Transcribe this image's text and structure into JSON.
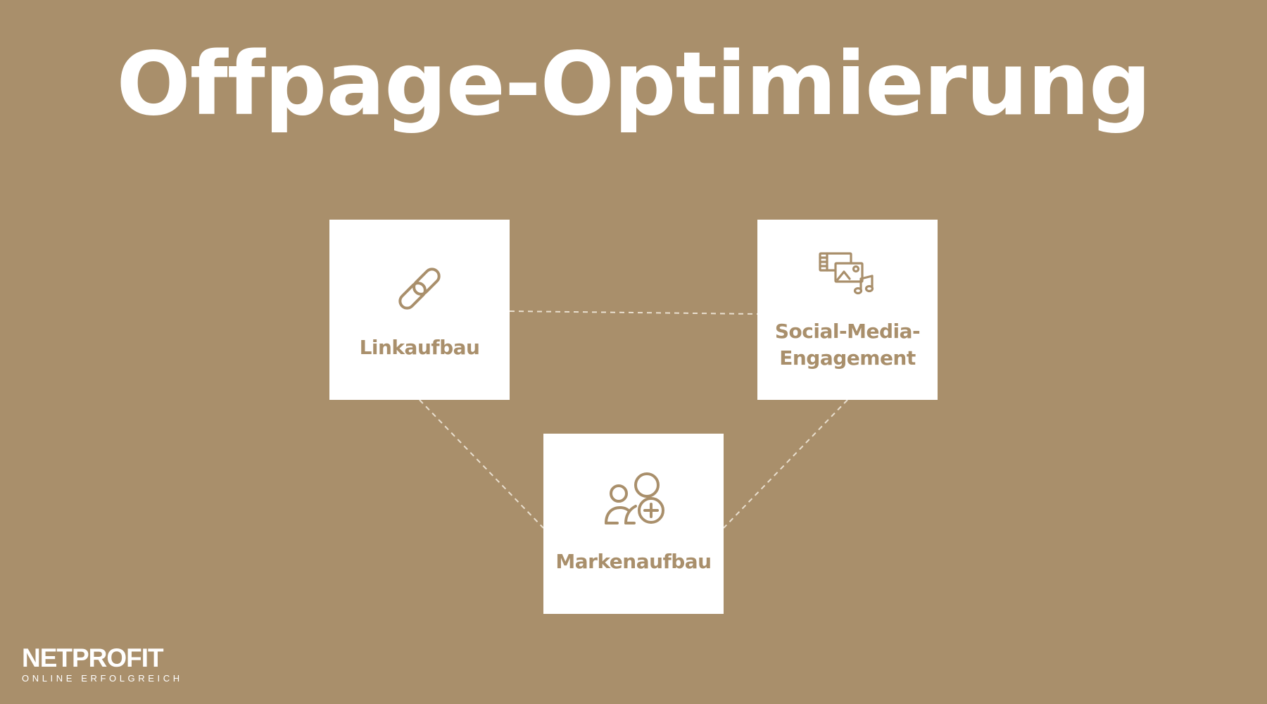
{
  "title": "Offpage-Optimierung",
  "colors": {
    "background": "#a98f6b",
    "card": "#ffffff",
    "accent": "#a98f6b",
    "text_light": "#ffffff"
  },
  "nodes": [
    {
      "id": "linkaufbau",
      "label": "Linkaufbau",
      "icon": "chain-link-icon"
    },
    {
      "id": "social",
      "label": "Social-Media-\nEngagement",
      "icon": "media-music-icon"
    },
    {
      "id": "markenaufbau",
      "label": "Markenaufbau",
      "icon": "add-user-group-icon"
    }
  ],
  "connections": [
    {
      "from": "linkaufbau",
      "to": "social",
      "style": "dashed"
    },
    {
      "from": "linkaufbau",
      "to": "markenaufbau",
      "style": "dashed"
    },
    {
      "from": "social",
      "to": "markenaufbau",
      "style": "dashed"
    }
  ],
  "logo": {
    "name": "NETPROFIT",
    "tagline": "ONLINE ERFOLGREICH"
  }
}
